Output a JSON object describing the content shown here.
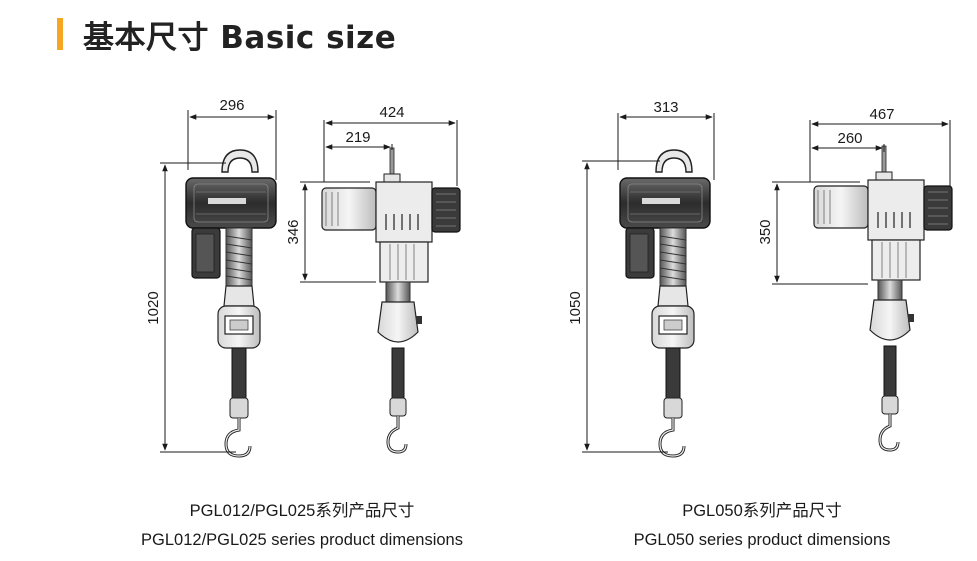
{
  "section": {
    "title": "基本尺寸 Basic size",
    "accent_color": "#f5a623"
  },
  "figures": [
    {
      "dims": {
        "width_front": "296",
        "width_total": "424",
        "width_partial": "219",
        "height_body": "346",
        "height_total": "1020"
      },
      "caption_cn": "PGL012/PGL025系列产品尺寸",
      "caption_en": "PGL012/PGL025 series product dimensions"
    },
    {
      "dims": {
        "width_front": "313",
        "width_total": "467",
        "width_partial": "260",
        "height_body": "350",
        "height_total": "1050"
      },
      "caption_cn": "PGL050系列产品尺寸",
      "caption_en": "PGL050 series product dimensions"
    }
  ]
}
